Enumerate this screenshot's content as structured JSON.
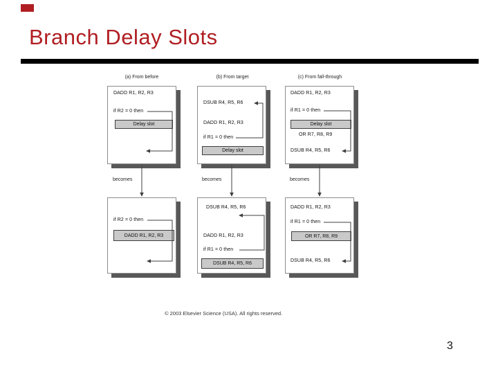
{
  "slide": {
    "title": "Branch Delay Slots",
    "page_number": "3",
    "accent_color": "#b01e23"
  },
  "figure": {
    "becomes_label": "becomes",
    "caption": "© 2003 Elsevier Science (USA). All rights reserved.",
    "columns": [
      {
        "label": "(a) From before",
        "top_line1": "DADD R1, R2, R3",
        "top_line2": "if R2 = 0 then",
        "top_slot": "Delay slot",
        "bottom_line1": "if R2 = 0 then",
        "bottom_slot": "DADD R1, R2, R3"
      },
      {
        "label": "(b) From target",
        "top_line1": "DSUB R4, R5, R6",
        "top_line2": "DADD R1, R2, R3",
        "top_line3": "if R1 = 0 then",
        "top_slot": "Delay slot",
        "bottom_line1": "DSUB R4, R5, R6",
        "bottom_line2": "DADD R1, R2, R3",
        "bottom_line3": "if R1 = 0 then",
        "bottom_slot": "DSUB R4, R5, R6"
      },
      {
        "label": "(c) From fall-through",
        "top_line1": "DADD R1, R2, R3",
        "top_line2": "if R1 = 0 then",
        "top_slot": "Delay slot",
        "top_line3": "OR R7, R8, R9",
        "top_line4": "DSUB R4, R5, R6",
        "bottom_line1": "DADD R1, R2, R3",
        "bottom_line2": "if R1 = 0 then",
        "bottom_slot": "OR R7, R8, R9",
        "bottom_line3": "DSUB R4, R5, R6"
      }
    ]
  }
}
